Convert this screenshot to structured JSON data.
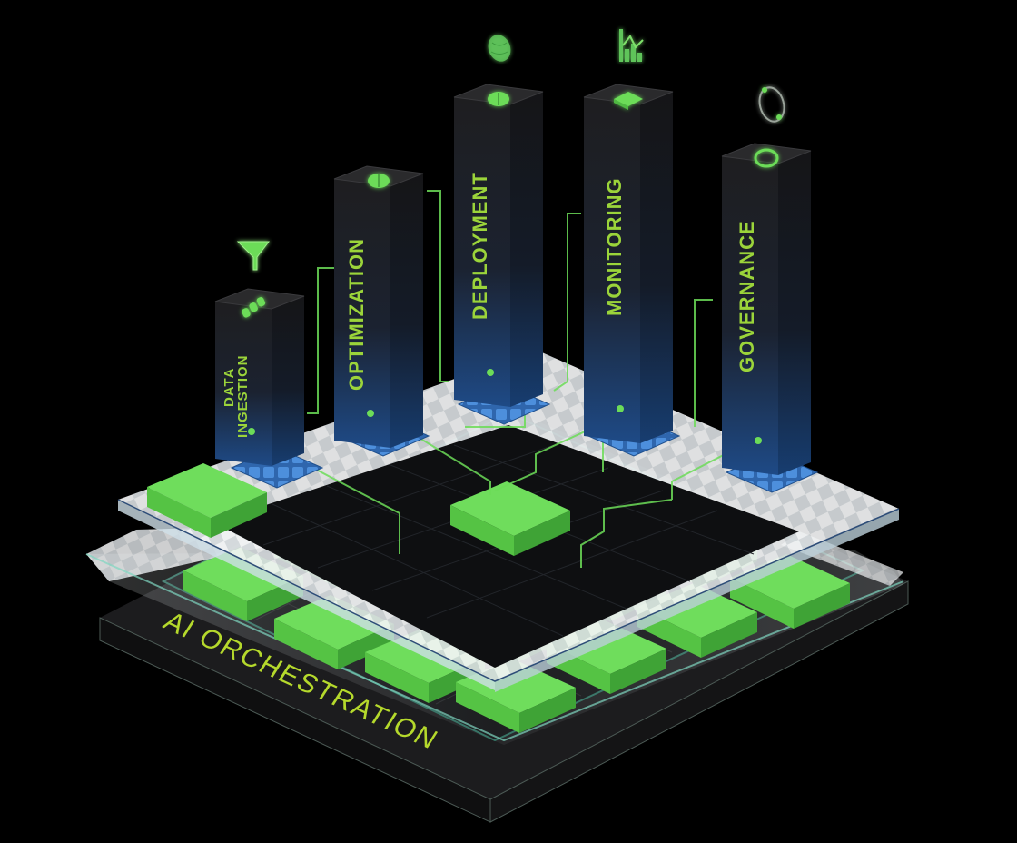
{
  "diagram": {
    "title": "AI Orchestration Platform",
    "base": {
      "label": "AI ORCHESTRATION"
    },
    "pillars": [
      {
        "id": "data-ingestion",
        "label_line1": "DATA",
        "label_line2": "INGESTION",
        "floating_icon": "funnel-icon",
        "top_icon": "stacked-bars-icon"
      },
      {
        "id": "optimization",
        "label_line1": "OPTIMIZATION",
        "label_line2": "",
        "floating_icon": "",
        "top_icon": "gauge-icon"
      },
      {
        "id": "deployment",
        "label_line1": "DEPLOYMENT",
        "label_line2": "",
        "floating_icon": "globe-icon",
        "top_icon": "network-cluster-icon"
      },
      {
        "id": "monitoring",
        "label_line1": "MONITORING",
        "label_line2": "",
        "floating_icon": "chart-icon",
        "top_icon": "layers-icon"
      },
      {
        "id": "governance",
        "label_line1": "GOVERNANCE",
        "label_line2": "",
        "floating_icon": "cycle-icon",
        "top_icon": "refresh-icon"
      }
    ],
    "colors": {
      "background": "#000000",
      "accent_green": "#6cdc58",
      "label_green": "#a8d631",
      "pillar_dark": "#1b1b1d",
      "pillar_blue": "#1c3f73",
      "base_dark": "#1a1a1c",
      "glass": "#e6eef2",
      "chip_blue": "#3b78c4"
    }
  }
}
